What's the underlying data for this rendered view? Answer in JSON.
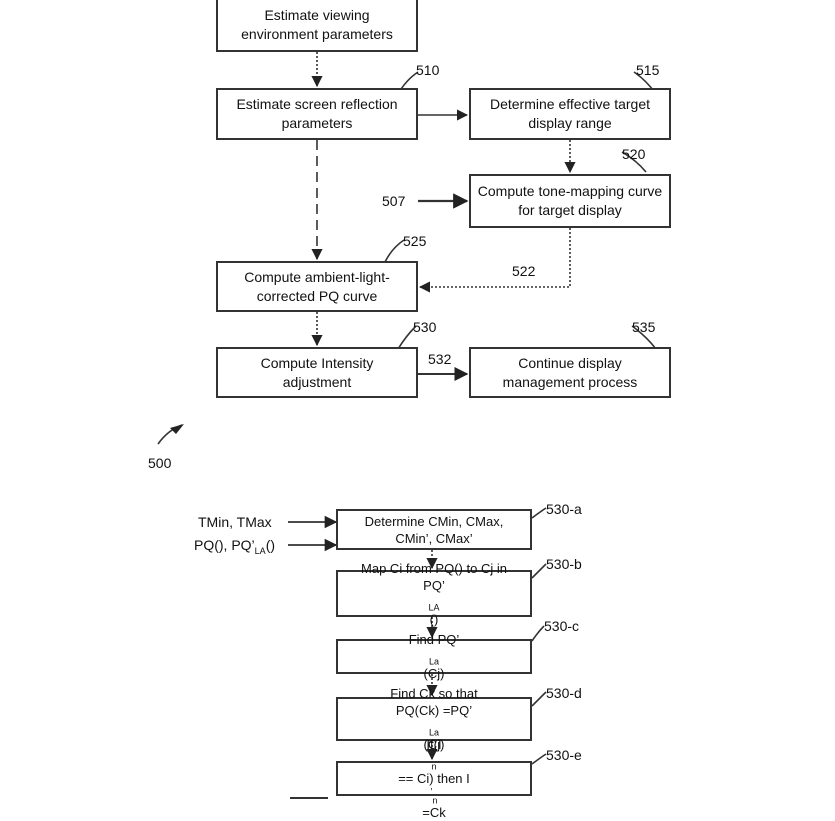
{
  "top_flow": {
    "boxes": [
      {
        "lines": [
          "Estimate viewing",
          "environment parameters"
        ]
      },
      {
        "lines": [
          "Estimate screen reflection",
          "parameters"
        ]
      },
      {
        "lines": [
          "Determine effective target",
          "display range"
        ]
      },
      {
        "lines": [
          "Compute tone-mapping curve",
          "for target display"
        ]
      },
      {
        "lines": [
          "Compute ambient-light-",
          "corrected PQ curve"
        ]
      },
      {
        "lines": [
          "Compute Intensity",
          "adjustment"
        ]
      },
      {
        "lines": [
          "Continue display",
          "management process"
        ]
      }
    ],
    "refs": [
      "510",
      "515",
      "520",
      "525",
      "530",
      "535"
    ],
    "input_label": "507",
    "edge_labels": [
      "522",
      "532"
    ],
    "figure_ref": "500"
  },
  "bottom_flow": {
    "inputs": [
      "TMin, TMax"
    ],
    "input_pq": {
      "pre": "PQ(), PQ’",
      "sub": "LA",
      "post": "()"
    },
    "boxes": [
      {
        "lines": [
          "Determine CMin, CMax,",
          "CMin’, CMax’"
        ]
      },
      {
        "line1": "Map Ci from PQ() to Cj in",
        "line2_pre": "PQ’",
        "line2_sub": "LA",
        "line2_post": "()"
      },
      {
        "pre": "Find PQ’",
        "sub": "La",
        "post": "(Cj)"
      },
      {
        "line1": "Find Ck so that",
        "line2_pre": "PQ(Ck) =PQ’",
        "line2_sub": "La",
        "line2_post": "(Cj)"
      },
      {
        "a": "If(I",
        "a_sub": "n",
        "b": " == Ci) then I",
        "b_sup": "′",
        "b_sub": "n",
        "c": " =Ck"
      }
    ],
    "refs": [
      "530-a",
      "530-b",
      "530-c",
      "530-d",
      "530-e"
    ]
  }
}
